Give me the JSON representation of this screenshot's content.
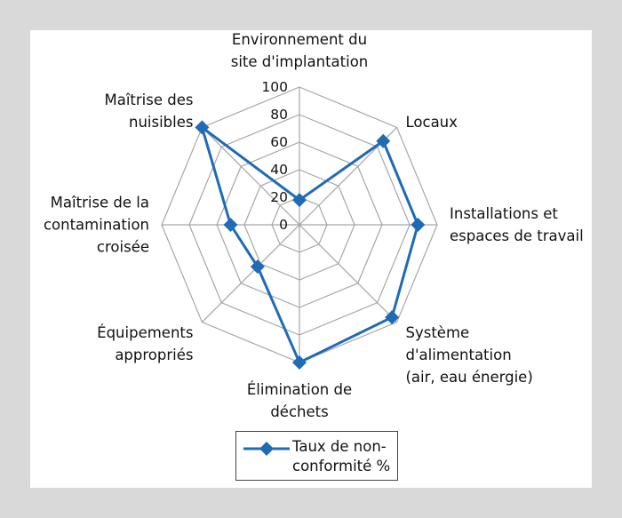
{
  "chart_data": {
    "type": "radar",
    "categories": [
      "Environnement du\nsite d'implantation",
      "Locaux",
      "Installations et\nespaces de travail",
      "Système\nd'alimentation\n(air, eau énergie)",
      "Élimination de\ndéchets",
      "Équipements\nappropriés",
      "Maîtrise de la\ncontamination\ncroisée",
      "Maîtrise des\nnuisibles"
    ],
    "series": [
      {
        "name": "Taux de non-\nconformité %",
        "values": [
          18,
          86,
          86,
          95,
          100,
          43,
          50,
          100
        ]
      }
    ],
    "r_ticks": [
      "0",
      "20",
      "40",
      "60",
      "80",
      "100"
    ],
    "rlim": [
      0,
      100
    ],
    "grid": true,
    "legend_position": "bottom",
    "colors": {
      "series": "#1f6bb5",
      "grid": "#a6a6a6",
      "background": "#d9d9d9"
    }
  }
}
